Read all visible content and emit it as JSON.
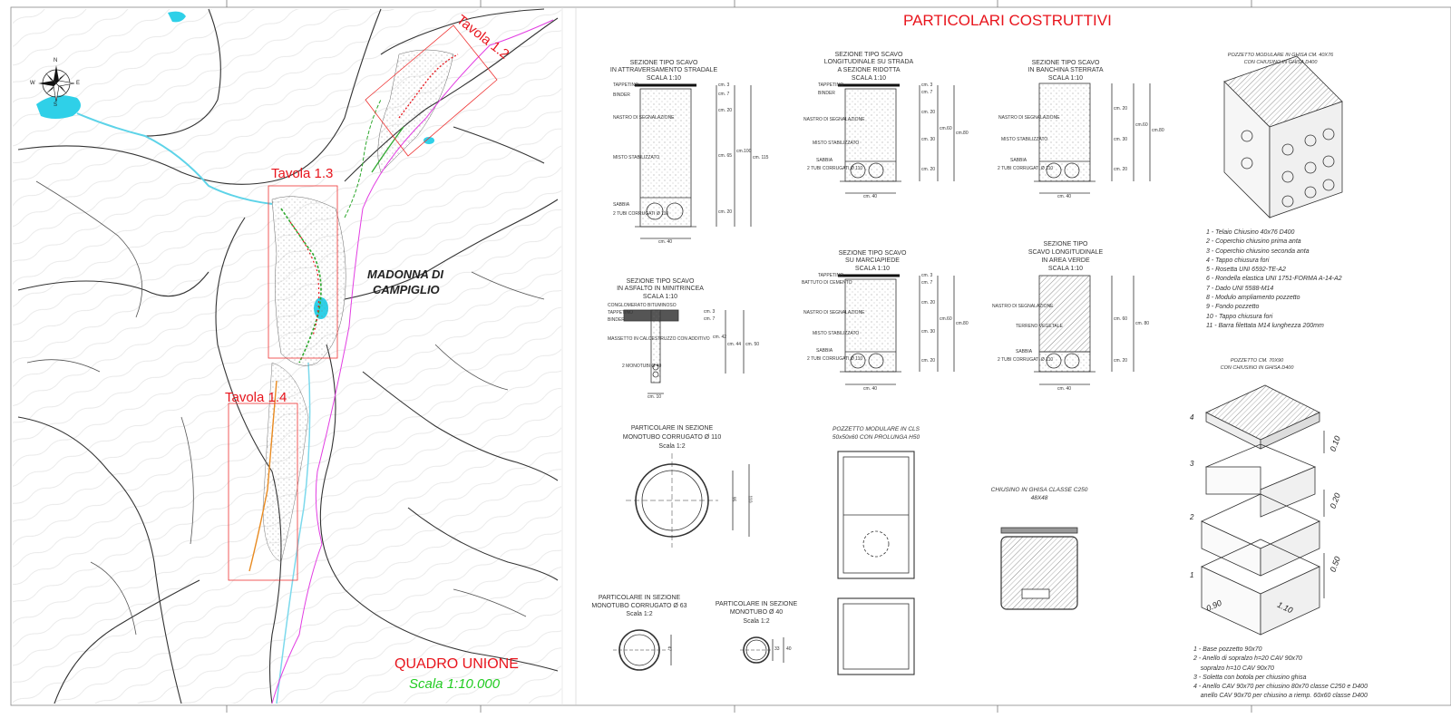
{
  "map": {
    "tavola_12": "Tavola 1.2",
    "tavola_13": "Tavola 1.3",
    "tavola_14": "Tavola 1.4",
    "town_line1": "MADONNA DI",
    "town_line2": "CAMPIGLIO",
    "quadro_title": "QUADRO UNIONE",
    "quadro_scale": "Scala 1:10.000",
    "compass_n": "N",
    "compass_s": "S",
    "compass_e": "E",
    "compass_w": "W"
  },
  "details": {
    "title": "PARTICOLARI COSTRUTTIVI",
    "s1": {
      "l1": "SEZIONE TIPO SCAVO",
      "l2": "IN ATTRAVERSAMENTO STRADALE",
      "scale": "SCALA 1:10",
      "labels": [
        "TAPPETINO",
        "BINDER",
        "NASTRO DI SEGNALAZIONE",
        "MISTO STABILIZZATO",
        "SABBIA",
        "2 TUBI CORRUGATI Ø 110"
      ],
      "dims": [
        "cm. 3",
        "cm. 7",
        "cm. 20",
        "cm. 65",
        "cm. 20",
        "cm.100",
        "cm. 115",
        "cm. 40"
      ]
    },
    "s2": {
      "l1": "SEZIONE TIPO SCAVO",
      "l2": "LONGITUDINALE SU STRADA",
      "l3": "A SEZIONE RIDOTTA",
      "scale": "SCALA 1:10",
      "labels": [
        "TAPPETINO",
        "BINDER",
        "NASTRO DI SEGNALAZIONE",
        "MISTO STABILIZZATO",
        "SABBIA",
        "2 TUBI CORRUGATI Ø 110"
      ],
      "dims": [
        "cm. 3",
        "cm. 7",
        "cm. 20",
        "cm. 30",
        "cm. 20",
        "cm.60",
        "cm.80",
        "cm. 40"
      ]
    },
    "s3": {
      "l1": "SEZIONE TIPO SCAVO",
      "l2": "IN BANCHINA STERRATA",
      "scale": "SCALA 1:10",
      "labels": [
        "NASTRO DI SEGNALAZIONE",
        "MISTO STABILIZZATO",
        "SABBIA",
        "2 TUBI CORRUGATI Ø 110"
      ],
      "dims": [
        "cm. 20",
        "cm. 30",
        "cm. 20",
        "cm.60",
        "cm.80",
        "cm. 40"
      ]
    },
    "s4": {
      "l1": "SEZIONE TIPO SCAVO",
      "l2": "IN ASFALTO IN MINITRINCEA",
      "scale": "SCALA 1:10",
      "labels": [
        "CONGLOMERATO BITUMINOSO",
        "TAPPETINO",
        "BINDER",
        "MASSETTO IN CALCESTRUZZO CON ADDITIVO",
        "2 MONOTUBI Ø 40"
      ],
      "dims": [
        "cm. 3",
        "cm. 7",
        "cm. 42",
        "cm. 44",
        "cm. 50",
        "cm. 10"
      ]
    },
    "s5": {
      "l1": "SEZIONE TIPO SCAVO",
      "l2": "SU MARCIAPIEDE",
      "scale": "SCALA 1:10",
      "labels": [
        "TAPPETINO",
        "BATTUTO DI CEMENTO",
        "NASTRO DI SEGNALAZIONE",
        "MISTO STABILIZZATO",
        "SABBIA",
        "2 TUBI CORRUGATI Ø 110"
      ],
      "dims": [
        "cm. 3",
        "cm. 7",
        "cm. 20",
        "cm. 30",
        "cm. 20",
        "cm.60",
        "cm.80",
        "cm. 40"
      ]
    },
    "s6": {
      "l1": "SEZIONE TIPO",
      "l2": "SCAVO LONGITUDINALE",
      "l3": "IN AREA VERDE",
      "scale": "SCALA 1:10",
      "labels": [
        "NASTRO DI SEGNALAZIONE",
        "TERRENO VEGETALE",
        "SABBIA",
        "2 TUBI CORRUGATI Ø 110"
      ],
      "dims": [
        "cm. 60",
        "cm. 80",
        "cm. 20",
        "cm. 40"
      ]
    },
    "p1": {
      "l1": "PARTICOLARE IN SEZIONE",
      "l2": "MONOTUBO CORRUGATO Ø 110",
      "scale": "Scala 1:2",
      "d1": "95",
      "d2": "110"
    },
    "p2": {
      "l1": "PARTICOLARE IN SEZIONE",
      "l2": "MONOTUBO CORRUGATO Ø 63",
      "scale": "Scala 1:2",
      "d1": "47"
    },
    "p3": {
      "l1": "PARTICOLARE IN SEZIONE",
      "l2": "MONOTUBO Ø 40",
      "scale": "Scala 1:2",
      "d1": "33",
      "d2": "40"
    },
    "pcls": {
      "l1": "POZZETTO MODULARE IN CLS",
      "l2": "50x50x60 CON PROLUNGA H50"
    },
    "chiusino": {
      "l1": "CHIUSINO IN GHISA CLASSE C250",
      "l2": "48X48"
    },
    "pg": {
      "l1": "POZZETTO MODULARE IN GHISA CM. 40X76",
      "l2": "CON CHIUSINO IN GHISA D400",
      "legend": [
        "1 - Telaio Chiusino 40x76 D400",
        "2 - Coperchio chiusino prima anta",
        "3 - Coperchio chiusino seconda anta",
        "4 - Tappo chiusura fori",
        "5 - Rosetta UNI 6592-TE-A2",
        "6 - Rondella elastica UNI 1751-FORMA A-14-A2",
        "7 - Dado UNI 5588-M14",
        "8 - Modulo ampliamento pozzetto",
        "9 - Fondo pozzetto",
        "10 - Tappo chiusura fori",
        "11 - Barra filettata M14 lunghezza 200mm"
      ]
    },
    "p70": {
      "l1": "POZZETTO CM. 70X90",
      "l2": "CON CHIUSINO IN GHISA D400",
      "dims": [
        "0.10",
        "0.20",
        "0.50",
        "0.90",
        "1.10"
      ],
      "nums": [
        "4",
        "3",
        "2",
        "1"
      ],
      "legend": [
        "1 - Base pozzetto 90x70",
        "2 - Anello di sopralzo h=20 CAV 90x70",
        "    sopralzo h=10 CAV 90x70",
        "3 - Soletta con botola per chiusino ghisa",
        "4 - Anello CAV 90x70 per chiusino 80x70 classe C250 e D400",
        "    anello CAV 90x70 per chiusino a riemp. 60x60 classe D400"
      ]
    }
  }
}
